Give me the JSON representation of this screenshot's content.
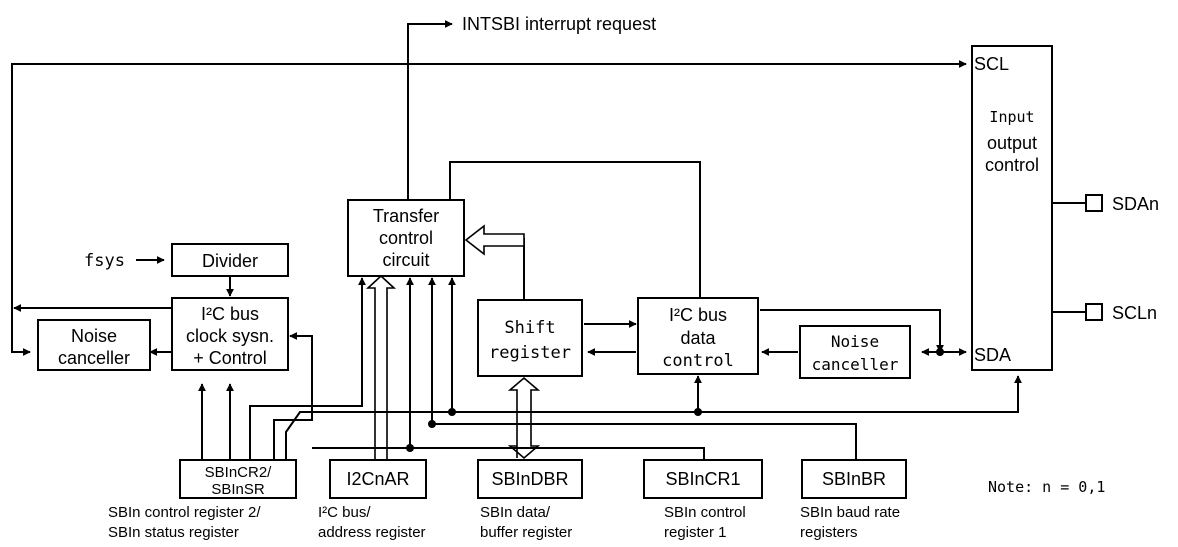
{
  "diagram": {
    "interrupt_label": "INTSBI interrupt request",
    "fsys_label": "fsys",
    "note": "Note: n = 0,1",
    "blocks": {
      "divider": "Divider",
      "clock_control": [
        "I²C bus",
        "clock sysn.",
        "+ Control"
      ],
      "noise_left": [
        "Noise",
        "canceller"
      ],
      "transfer": [
        "Transfer",
        "control",
        "circuit"
      ],
      "shift": [
        "Shift",
        "register"
      ],
      "data_control": [
        "I²C bus",
        "data",
        "control"
      ],
      "noise_right": [
        "Noise",
        "canceller"
      ],
      "io_control": {
        "scl": "SCL",
        "sda": "SDA",
        "lines": [
          "Input",
          "output",
          "control"
        ]
      }
    },
    "pins": {
      "sda": "SDAn",
      "scl": "SCLn"
    },
    "registers": [
      {
        "name": [
          "SBInCR2/",
          "SBInSR"
        ],
        "desc": [
          "SBIn control register 2/",
          "SBIn status register"
        ]
      },
      {
        "name": [
          "I2CnAR"
        ],
        "desc": [
          "I²C bus/",
          "address register"
        ]
      },
      {
        "name": [
          "SBInDBR"
        ],
        "desc": [
          "SBIn data/",
          "buffer register"
        ]
      },
      {
        "name": [
          "SBInCR1"
        ],
        "desc": [
          "SBIn control",
          "register 1"
        ]
      },
      {
        "name": [
          "SBInBR"
        ],
        "desc": [
          "SBIn baud rate",
          "registers"
        ]
      }
    ]
  }
}
